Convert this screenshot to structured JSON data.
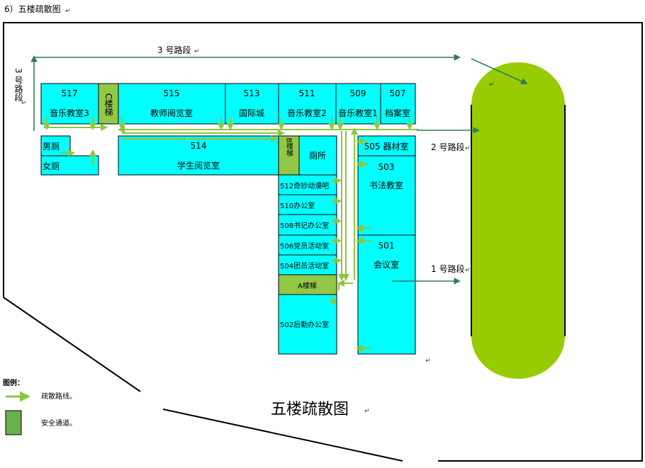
{
  "header": {
    "label": "6）五楼疏散图"
  },
  "title": "五楼疏散图",
  "para_mark": "↵",
  "routes": {
    "r3_top": "3 号路段",
    "r3_left": "3 号路段",
    "r2": "2 号路段",
    "r1": "1 号路段"
  },
  "rooms": {
    "r517": {
      "num": "517",
      "name": "音乐教室3"
    },
    "stairC": {
      "label": "C楼梯"
    },
    "r515": {
      "num": "515",
      "name": "教师阅览室"
    },
    "r513": {
      "num": "513",
      "name": "国际城"
    },
    "r511": {
      "num": "511",
      "name": "音乐教室2"
    },
    "r509": {
      "num": "509",
      "name": "音乐教室1"
    },
    "r507": {
      "num": "507",
      "name": "档案室"
    },
    "male": {
      "name": "男厕"
    },
    "female": {
      "name": "女厕"
    },
    "r514": {
      "num": "514",
      "name": "学生阅览室"
    },
    "stairB": {
      "label": "B楼梯"
    },
    "toilet": {
      "name": "厕所"
    },
    "r505": {
      "name": "505 器材室"
    },
    "r503": {
      "num": "503",
      "name": "书法教室"
    },
    "r501": {
      "num": "501",
      "name": "会议室"
    },
    "r512": {
      "name": "512奇妙动漫吧"
    },
    "r510": {
      "name": "510办公室"
    },
    "r508": {
      "name": "508书记办公室"
    },
    "r506": {
      "name": "506党员活动室"
    },
    "r504": {
      "name": "504团员活动室"
    },
    "stairA": {
      "label": "A楼梯"
    },
    "r502": {
      "name": "502后勤办公室"
    }
  },
  "legend": {
    "title": "图例：",
    "route_label": "疏散路线。",
    "safe_label": "安全通道。"
  },
  "colors": {
    "room": "#00ffff",
    "stair": "#92c846",
    "arrow": "#8dc63f",
    "route_arrow": "#2e7d5b",
    "field": "#99cc00",
    "legend_box": "#6ab04c"
  }
}
